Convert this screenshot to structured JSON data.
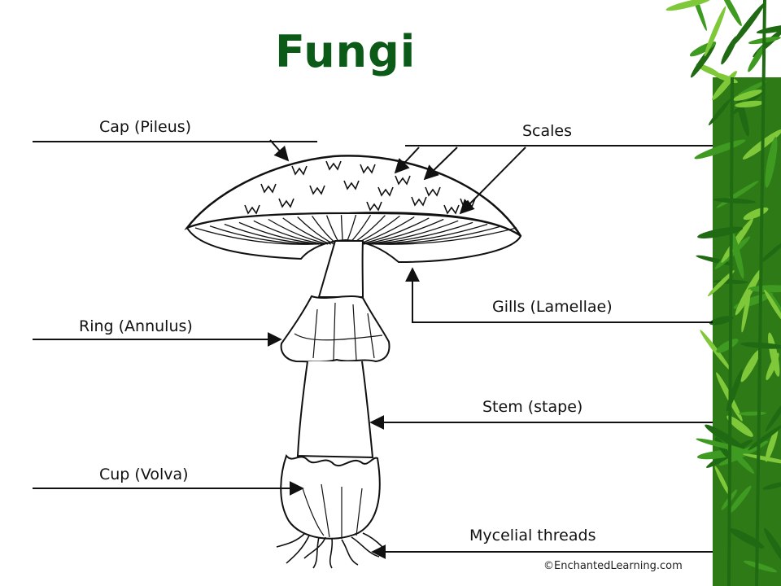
{
  "slide": {
    "title": "Fungi",
    "title_color": "#0b5a18",
    "background_decoration": "bamboo-leaves-border"
  },
  "diagram": {
    "subject": "mushroom",
    "labels": {
      "cap": "Cap (Pileus)",
      "scales": "Scales",
      "gills": "Gills (Lamellae)",
      "ring": "Ring (Annulus)",
      "stem": "Stem (stape)",
      "cup": "Cup (Volva)",
      "mycelial": "Mycelial threads"
    },
    "credit": "©EnchantedLearning.com"
  },
  "colors": {
    "bamboo_dark": "#1f6a12",
    "bamboo_mid": "#3f9a22",
    "bamboo_light": "#7fc83a",
    "line_art": "#111111"
  }
}
